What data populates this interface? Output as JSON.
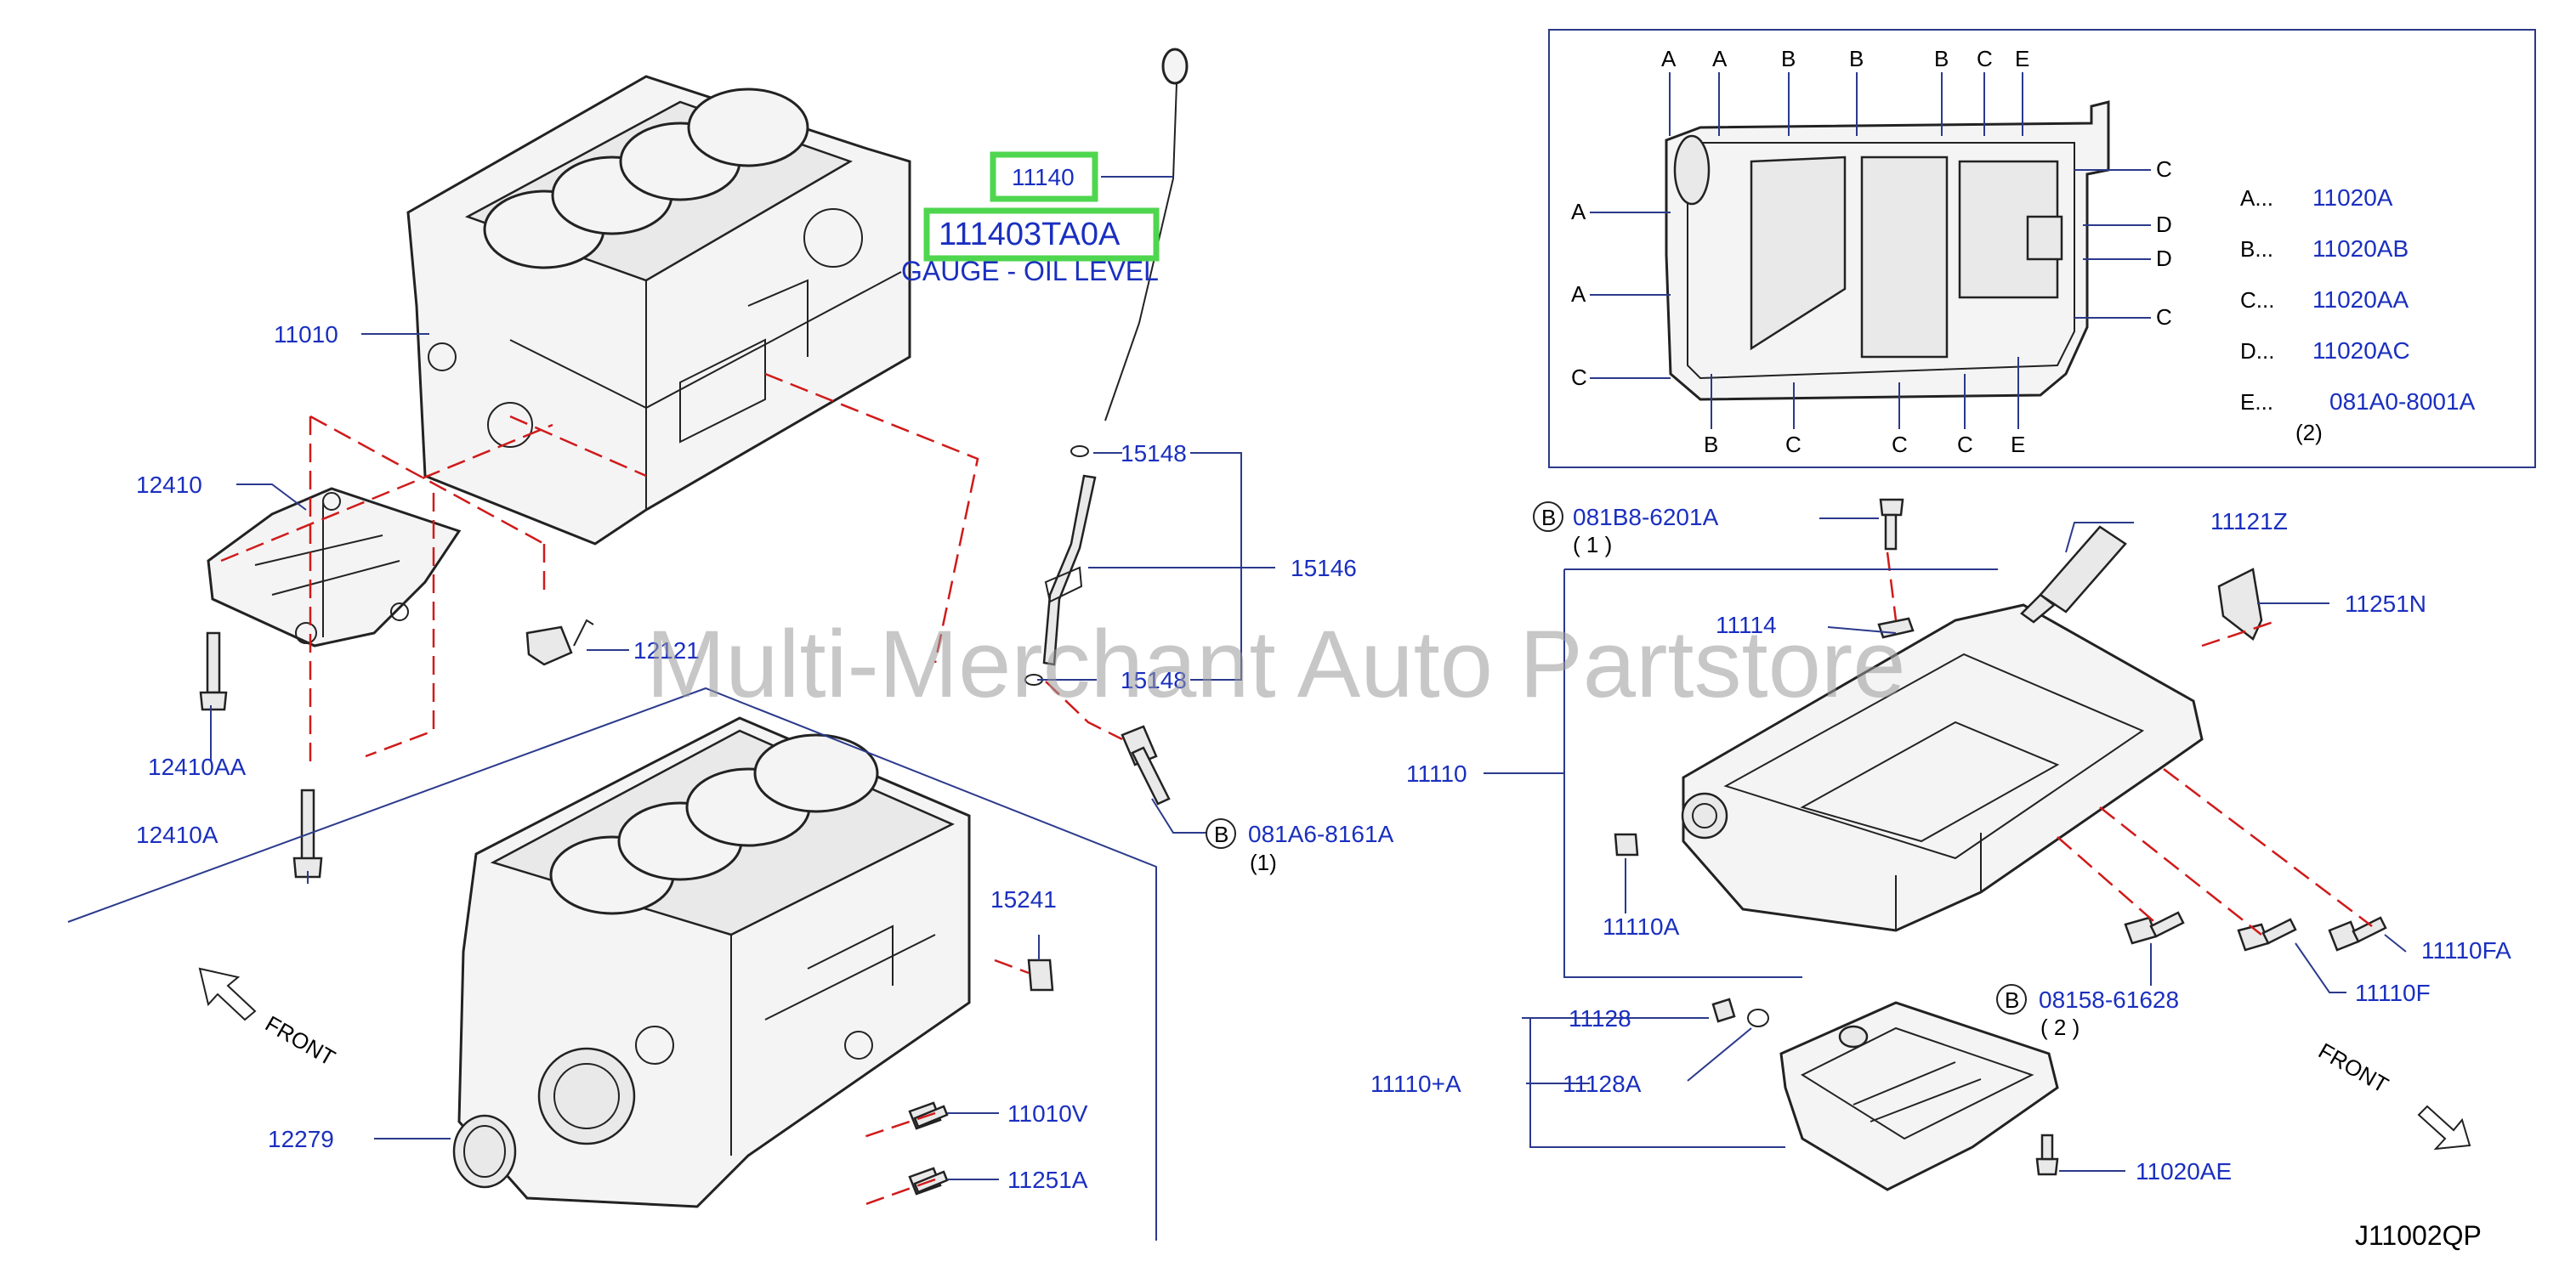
{
  "watermark": "Multi-Merchant Auto Partstore",
  "highlight": {
    "part": "11140",
    "number": "111403TA0A",
    "name": "GAUGE - OIL LEVEL",
    "color": "#4fd64f"
  },
  "figure_code": "J11002QP",
  "front_labels": [
    "FRONT",
    "FRONT"
  ],
  "colors": {
    "label": "#1a2fbf",
    "leader": "#2b3a8c",
    "dashed": "#d01a1a"
  },
  "labels": {
    "p11010": "11010",
    "p12410": "12410",
    "p12410AA": "12410AA",
    "p12410A": "12410A",
    "p12121": "12121",
    "p15148a": "15148",
    "p15146": "15146",
    "p15148b": "15148",
    "bolt_081A6": "081A6-8161A",
    "bolt_081A6_qty": "(1)",
    "p15241": "15241",
    "p12279": "12279",
    "p11010V": "11010V",
    "p11251A": "11251A",
    "bolt_081B8": "081B8-6201A",
    "bolt_081B8_qty": "( 1 )",
    "p11121Z": "11121Z",
    "p11114": "11114",
    "p11251N": "11251N",
    "p11110": "11110",
    "p11110A": "11110A",
    "p11110FA": "11110FA",
    "p11110F": "11110F",
    "bolt_08158": "08158-61628",
    "bolt_08158_qty": "( 2 )",
    "p11128": "11128",
    "p11110plusA": "11110+A",
    "p11128A": "11128A",
    "p11020AE": "11020AE",
    "b_badge": "B"
  },
  "inset": {
    "top_letters": [
      "A",
      "A",
      "B",
      "B",
      "B",
      "C",
      "E"
    ],
    "bottom_letters": [
      "B",
      "C",
      "C",
      "C",
      "E"
    ],
    "left_letters": [
      "A",
      "A",
      "C"
    ],
    "right_letters": [
      "C",
      "D",
      "D",
      "C"
    ],
    "legend": [
      {
        "key": "A...",
        "value": "11020A"
      },
      {
        "key": "B...",
        "value": "11020AB"
      },
      {
        "key": "C...",
        "value": "11020AA"
      },
      {
        "key": "D...",
        "value": "11020AC"
      },
      {
        "key": "E...",
        "value": "081A0-8001A"
      }
    ],
    "legend_note": "(2)"
  }
}
